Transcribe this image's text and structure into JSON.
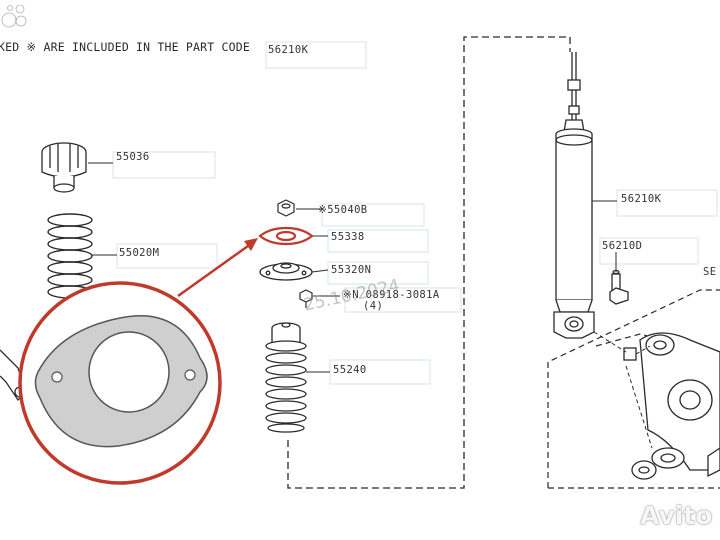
{
  "header_note": "KED ※ ARE INCLUDED IN THE PART CODE",
  "header_part_code": "56210K",
  "labels": {
    "bump_stop_top": "55036",
    "spring": "55020M",
    "nut": "※55040B",
    "gasket": "55338",
    "mount": "55320N",
    "bolt": "※N 08918-3081A",
    "bolt_qty": "(4)",
    "dust_boot": "55240",
    "shock_absorber": "56210K",
    "lower_bolt": "56210D",
    "section_ref": "SE"
  },
  "watermark": "25.10.2024",
  "brand": "Avito",
  "colors": {
    "highlight": "#c0392b",
    "line": "#2b2b2b",
    "label_box": "#d5e3ef"
  },
  "icons": [
    "arrow-icon",
    "avito-logo-icon"
  ]
}
